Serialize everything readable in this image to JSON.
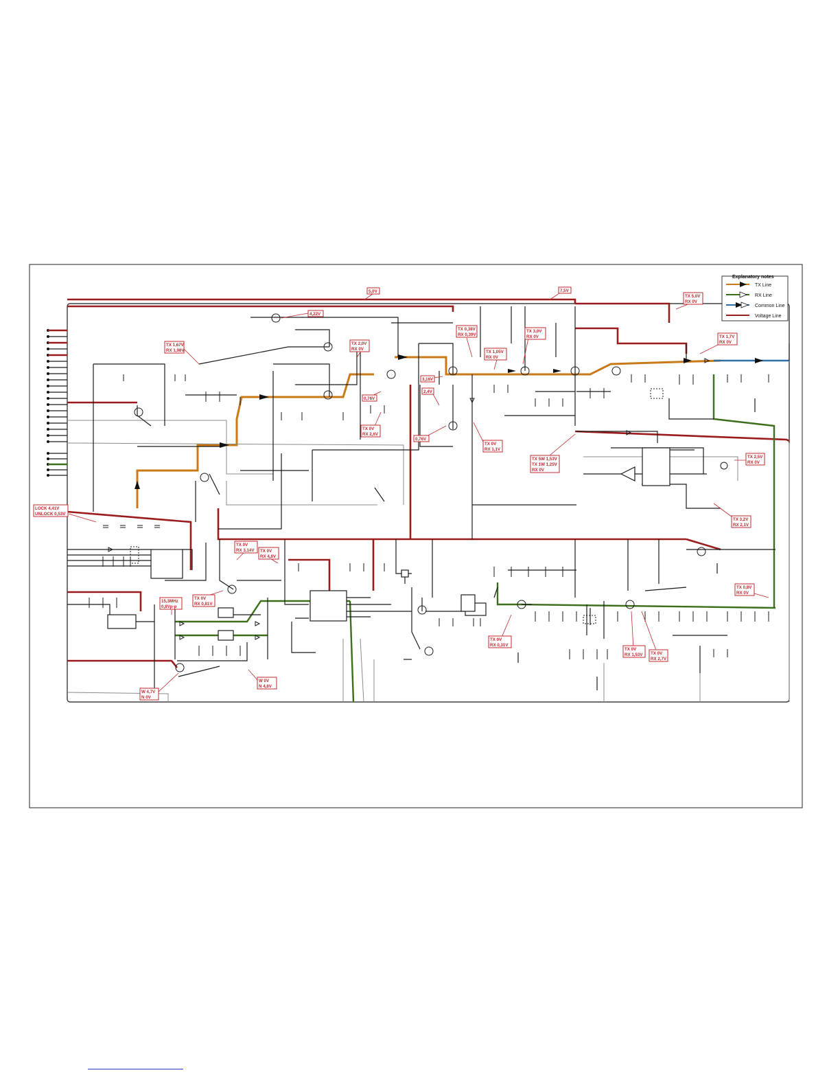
{
  "legend": {
    "title": "Explanatory notes",
    "items": [
      {
        "label": "TX Line",
        "color": "#c97a16"
      },
      {
        "label": "RX Line",
        "color": "#3d6e1c"
      },
      {
        "label": "Common Line",
        "color": "#2f6fa3"
      },
      {
        "label": "Voltage Line",
        "color": "#9b1c1c"
      }
    ]
  },
  "labels": {
    "v5_0": "5,0V",
    "v7_5": "7,5V",
    "v4_22": "4,22V",
    "tx1": [
      "TX 1,67V",
      "RX 1,98V"
    ],
    "tx2": [
      "TX 2,0V",
      "RX   0V"
    ],
    "tx3": [
      "TX 0,38V",
      "RX 0,39V"
    ],
    "tx4": [
      "TX  3,0V",
      "RX    0V"
    ],
    "tx5": [
      "TX 1,05V",
      "RX    0V"
    ],
    "tx6": [
      "TX 5,0V",
      "RX   0V"
    ],
    "tx7": [
      "TX 1,7V",
      "RX   0V"
    ],
    "v3_16": "3,16V",
    "v0_76a": "0,76V",
    "v2_4": "2,4V",
    "tx8": [
      "TX    0V",
      "RX 2,6V"
    ],
    "v0_76b": "0,76V",
    "tx9": [
      "TX    0V",
      "RX 1,1V"
    ],
    "tx10": [
      "TX 5W 1,53V",
      "TX 1W 1,25V",
      "RX         0V"
    ],
    "tx11": [
      "TX 2,5V",
      "RX   0V"
    ],
    "tx12": [
      "TX 3,2V",
      "RX 2,1V"
    ],
    "lock": [
      "LOCK   4,41V",
      "UNLOCK 0,53V"
    ],
    "tx13": [
      "TX    0V",
      "RX 3,14V"
    ],
    "tx14": [
      "TX    0V",
      "RX 4,8V"
    ],
    "tx15": [
      "TX    0V",
      "RX 0,81V"
    ],
    "mhz": [
      "15,3MHz",
      "0,8Vp-p"
    ],
    "tx16": [
      "TX 0,8V",
      "RX   0V"
    ],
    "tx17": [
      "TX     0V",
      "RX 0,31V"
    ],
    "tx18": [
      "TX    0V",
      "RX 1,53V"
    ],
    "tx19": [
      "TX    0V",
      "RX 2,7V"
    ],
    "wn1": [
      "W  4,7V",
      "N     0V"
    ],
    "wn2": [
      "W     0V",
      "N   4,8V"
    ]
  }
}
